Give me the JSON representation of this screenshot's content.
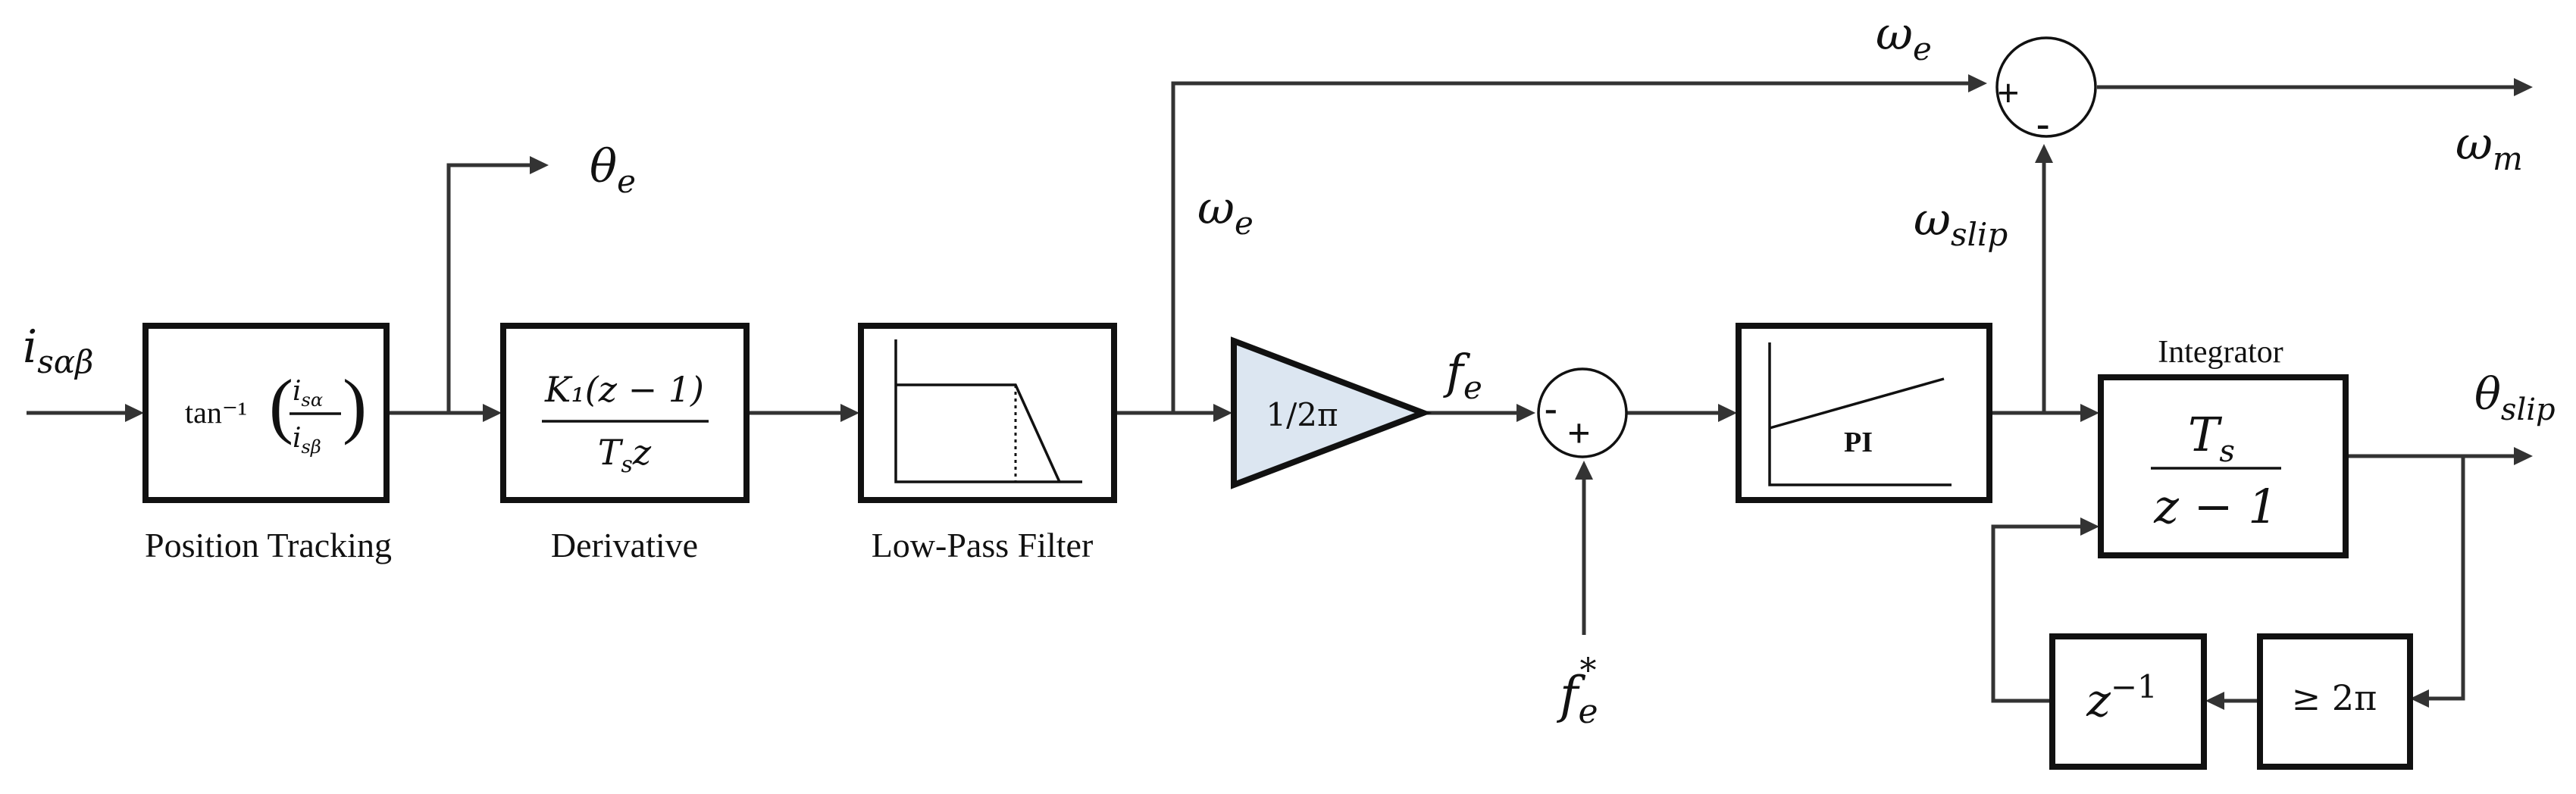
{
  "signals": {
    "input": "i",
    "input_sub": "sαβ",
    "theta_e": "θ",
    "theta_e_sub": "e",
    "omega_e_top": "ω",
    "omega_e_top_sub": "e",
    "omega_e_mid": "ω",
    "omega_e_mid_sub": "e",
    "omega_m": "ω",
    "omega_m_sub": "m",
    "omega_slip": "ω",
    "omega_slip_sub": "slip",
    "f_e": "f",
    "f_e_sub": "e",
    "f_e_star": "f",
    "f_e_star_sub": "e",
    "f_e_star_sup": "*",
    "theta_slip": "θ",
    "theta_slip_sub": "slip"
  },
  "blocks": {
    "position_tracking": {
      "func": "tan⁻¹",
      "num": "i",
      "num_sub": "sα",
      "den": "i",
      "den_sub": "sβ",
      "caption": "Position Tracking"
    },
    "derivative": {
      "num": "K₁(z − 1)",
      "den_main": "T",
      "den_sub": "s",
      "den_tail": "z",
      "caption": "Derivative"
    },
    "lpf": {
      "caption": "Low-Pass Filter"
    },
    "gain": {
      "text": "1/2π"
    },
    "pi": {
      "text": "PI"
    },
    "integrator": {
      "title": "Integrator",
      "num_main": "T",
      "num_sub": "s",
      "den": "z − 1"
    },
    "delay": {
      "text": "z",
      "sup": "−1"
    },
    "wrap": {
      "text": "≥ 2π"
    }
  },
  "summers": {
    "sum1": {
      "sign_a": "-",
      "sign_b": "+"
    },
    "sum2": {
      "sign_a": "+",
      "sign_b": "-"
    }
  }
}
